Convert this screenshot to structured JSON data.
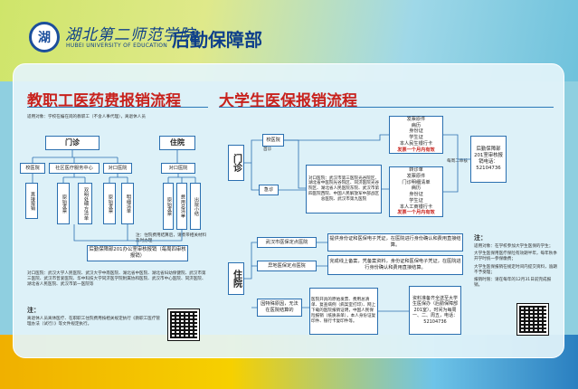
{
  "header": {
    "logo_char": "湖",
    "school_cn": "湖北第二师范学院",
    "school_en": "HUBEI UNIVERSITY OF EDUCATION",
    "department": "后勤保障部"
  },
  "left": {
    "title": "教职工医药费报销流程",
    "scope": "适用对象：学校在编在岗的教职工（不含人事代理），离退休人员",
    "outpatient": "门诊",
    "inpatient": "住院",
    "out_branches": [
      "校医院",
      "社区医疗服务中心",
      "对口医院"
    ],
    "direct": "直接报销",
    "community_cols": [
      "原始发票",
      "双明处细方清单",
      "原始发票",
      "明细清单"
    ],
    "hosp_cols": [
      "原始发票",
      "费用总清单",
      "出院小结"
    ],
    "in_branch": "对口医院",
    "flow_note": "注：住院费用结算后，请携带相关材料及时办理",
    "review": "后勤保障部201办公室审核报销（每周四审核报销）",
    "partner_text": "对口医院：武汉大学人民医院、武汉大学中南医院、湖北省中医院、湖北省妇幼保健院、武汉市第三医院、武汉市普爱医院、华中科技大学同济医学院附属协和医院、武汉市中心医院、同济医院、湖北省人民医院、武汉市第一医院等",
    "note_title": "注：",
    "note_text": "离退休人员离休医疗、在职职工住院费用按相关规定执行《教职工医疗管理办法（试行）》等文件规定执行。"
  },
  "right": {
    "title": "大学生医保报销流程",
    "outpatient": "门诊",
    "inpatient": "住院",
    "out_nodes": [
      "校医院",
      "首诊",
      "急诊",
      "对口医院"
    ],
    "partner_hosp": "对口医院：武汉市第三医院光谷院区、湖北省中医院光谷院区、同济医院光谷院区、湖北省人民医院东院、武汉市第四医院西院、中国人民解放军中部战区总医院、武汉市第九医院",
    "docs_a": [
      "发票原件",
      "病历",
      "身份证",
      "学生证",
      "本人民生银行卡"
    ],
    "docs_a_note": "发票一个月内有效",
    "docs_b": [
      "转诊单",
      "发票原件",
      "门诊明细清单",
      "病历",
      "身份证",
      "学生证",
      "本人工商银行卡"
    ],
    "docs_b_note": "发票一个月内有效",
    "weekly": "每周二审核",
    "office": "后勤保障部201室审核报销电话：52104736",
    "in_rows": [
      "武汉市医保定点医院",
      "异地医保定点医院",
      "因特殊原因，无法在医院结算的"
    ],
    "in_row_texts": [
      "提供身份证和医保电子凭证，在医院进行身份确认和费用直接结算。",
      "完成线上备案，凭备案资料，身份证和医保电子凭证，在医院进行身份确认和费用直接结算。",
      "医院开具的原始发票、费用总清单、复查病例（病案室打印）、网上下载的医院报销证明，中国人民保险报销（纸质表单），本人身份证复印件、银行卡复印件等。"
    ],
    "in_office": "资料准备齐全送至大学生医保办（后勤保障部201室），时间为每周一、二、周五，电话：52104736",
    "note_title": "注：",
    "notes": [
      "适用对象：在学校参加大学生医保的学生；",
      "大学生医保用医疗保险有效期半年，每年秋季开学时统一参保缴费；",
      "大学生医保报销在规定时间内提交资料，逾期不予受理；",
      "报销时限：请在每年的12月31日前完成报销。"
    ]
  },
  "colors": {
    "accent": "#c8221d",
    "brand": "#0e3f8a",
    "line": "#2a6fb0"
  }
}
